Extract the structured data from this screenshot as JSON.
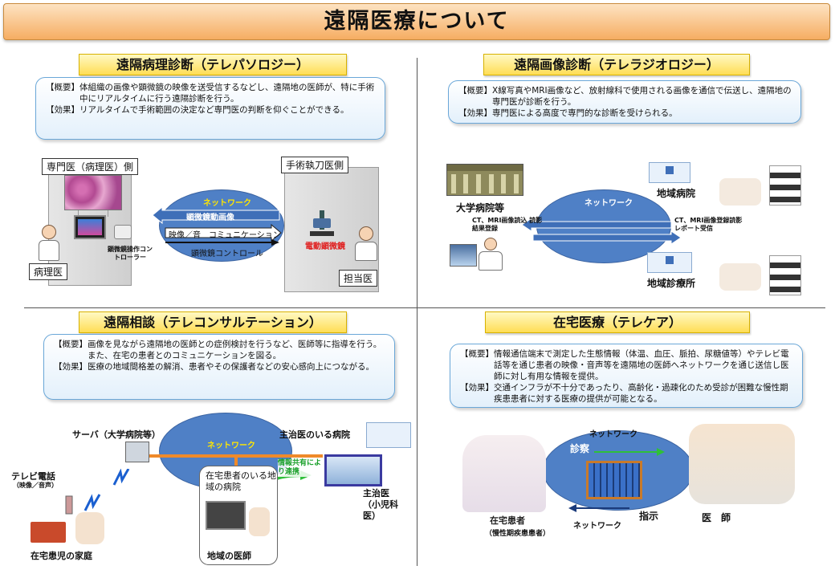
{
  "page_title": "遠隔医療について",
  "sections": {
    "pathology": {
      "title": "遠隔病理診断（テレパソロジー）",
      "overview_tag": "【概要】",
      "overview": "体組織の画像や顕微鏡の映像を送受信するなどし、遠隔地の医師が、特に手術中にリアルタイムに行う遠隔診断を行う。",
      "effect_tag": "【効果】",
      "effect": "リアルタイムで手術範囲の決定など専門医の判断を仰ぐことができる。",
      "specialist_side": "専門医（病理医）側",
      "surgeon_side": "手術執刀医側",
      "network": "ネットワーク",
      "arrow_video": "顕微鏡動画像",
      "arrow_comm": "映像／音　コミュニケーション",
      "arrow_control": "顕微鏡コントロール",
      "controller_label": "顕微鏡操作コントローラー",
      "microscope_label": "電動顕微鏡",
      "pathologist": "病理医",
      "attending": "担当医"
    },
    "radiology": {
      "title": "遠隔画像診断（テレラジオロジー）",
      "overview_tag": "【概要】",
      "overview": "X線写真やMRI画像など、放射線科で使用される画像を通信で伝送し、遠隔地の専門医が診断を行う。",
      "effect_tag": "【効果】",
      "effect": "専門医による高度で専門的な診断を受けられる。",
      "university_hospital": "大学病院等",
      "network": "ネットワーク",
      "left_arrow_label": "CT、MRI画像読込 読影結果登録",
      "right_arrow_label": "CT、MRI画像登録読影レポート受信",
      "regional_hospital": "地域病院",
      "regional_clinic": "地域診療所"
    },
    "consultation": {
      "title": "遠隔相談（テレコンサルテーション）",
      "overview_tag": "【概要】",
      "overview": "画像を見ながら遠隔地の医師との症例検討を行うなど、医師等に指導を行う。また、在宅の患者とのコミュニケーションを図る。",
      "effect_tag": "【効果】",
      "effect": "医療の地域間格差の解消、患者やその保護者などの安心感向上につながる。",
      "server": "サーバ（大学病院等）",
      "network": "ネットワーク",
      "main_hospital": "主治医のいる病院",
      "info_share": "情報共有により連携",
      "tv_phone": "テレビ電話",
      "tv_phone_sub": "（映像／音声）",
      "home_patient_hospital": "在宅患者のいる地域の病院",
      "main_doctor": "主治医（小児科医）",
      "home_child": "在宅患児の家庭",
      "local_doctor": "地域の医師"
    },
    "telecare": {
      "title": "在宅医療（テレケア）",
      "overview_tag": "【概要】",
      "overview": "情報通信端末で測定した生態情報（体温、血圧、脈拍、尿糖値等）やテレビ電話等を通じ患者の映像・音声等を遠隔地の医師へネットワークを通じ送信し医師に対し有用な情報を提供。",
      "effect_tag": "【効果】",
      "effect": "交通インフラが不十分であったり、高齢化・過疎化のため受診が困難な慢性期疾患患者に対する医療の提供が可能となる。",
      "network_top": "ネットワーク",
      "diagnosis": "診察",
      "home_patient": "在宅患者",
      "home_patient_sub": "（慢性期疾患患者）",
      "network_bottom": "ネットワーク",
      "instruction": "指示",
      "doctor": "医　師"
    }
  },
  "colors": {
    "title_grad": "#f6ad62",
    "section_title": "#ffdd55",
    "network_blue": "#4f80c6",
    "arrow_blue": "#3f6fb8",
    "orange_line": "#ef8a2a",
    "green_arrow": "#2fbf3a",
    "microscope_red": "#e02020"
  }
}
